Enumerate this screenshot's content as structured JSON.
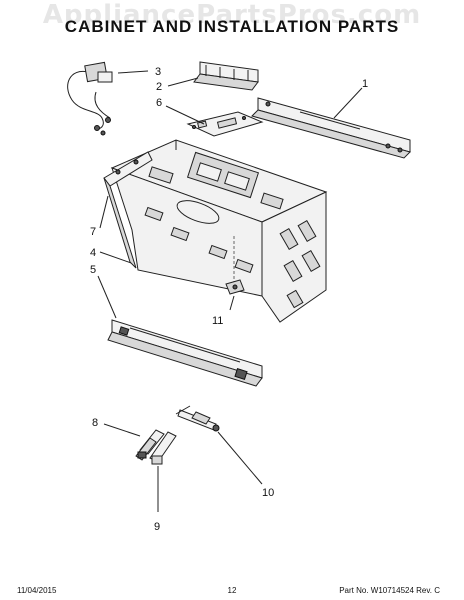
{
  "header": {
    "watermark": "AppliancePartsPros.com",
    "title": "CABINET AND INSTALLATION PARTS"
  },
  "callouts": [
    "1",
    "2",
    "3",
    "4",
    "5",
    "6",
    "7",
    "8",
    "9",
    "10",
    "11"
  ],
  "footer": {
    "date": "11/04/2015",
    "page": "12",
    "part_info": "Part No.  W10714524   Rev.  C"
  }
}
